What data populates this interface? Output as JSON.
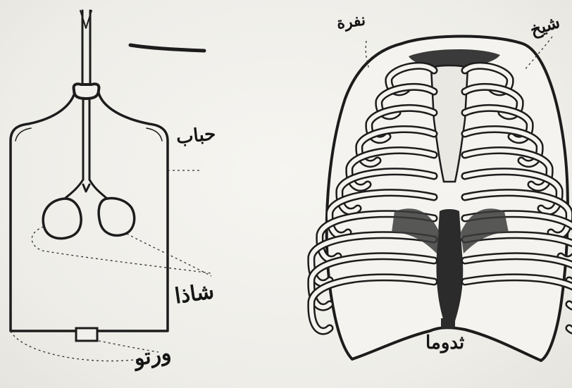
{
  "figure_left": {
    "labels": {
      "jar": "حباب",
      "lungs": "شاذا",
      "diaphragm": "ورتو"
    }
  },
  "figure_right": {
    "labels": {
      "top_left": "نفرة",
      "top_right": "شيخ",
      "bottom": "ثدوما"
    }
  }
}
